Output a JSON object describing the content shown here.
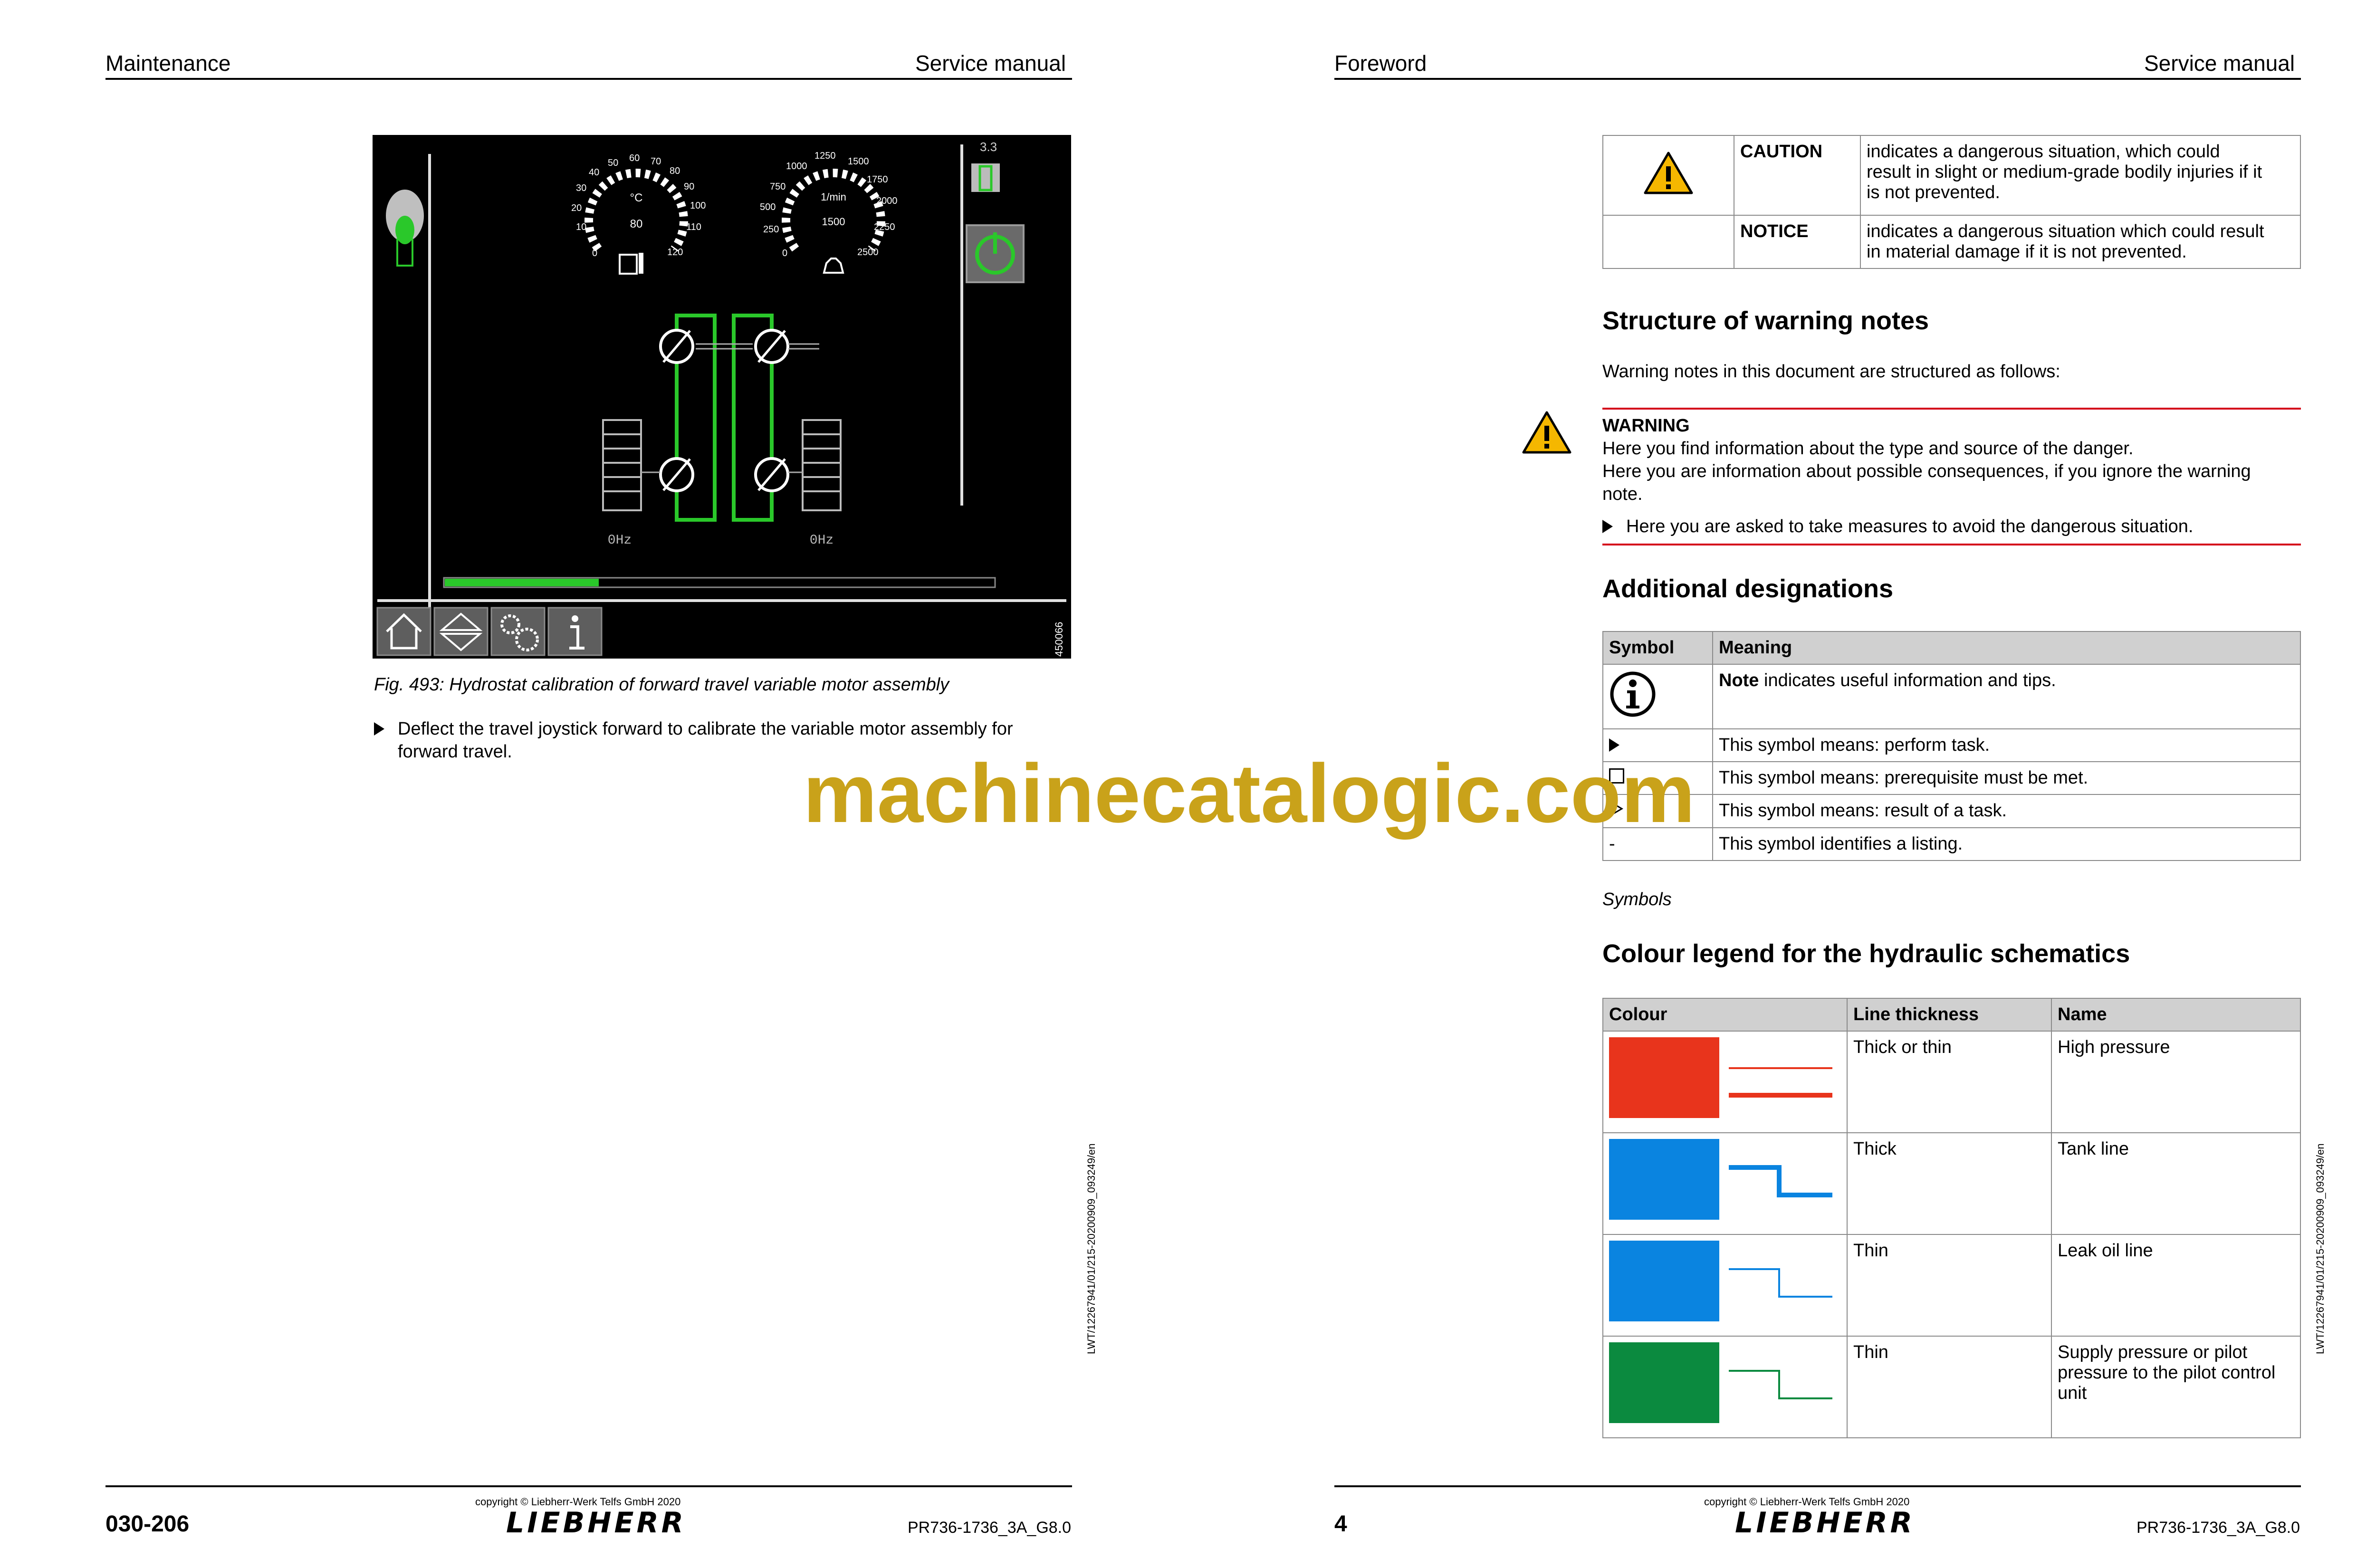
{
  "left_page": {
    "header_left": "Maintenance",
    "header_right": "Service manual",
    "screen": {
      "version": "3.3",
      "temp_unit": "°C",
      "temp_ticks": [
        "0",
        "10",
        "20",
        "30",
        "40",
        "50",
        "60",
        "70",
        "80",
        "90",
        "100",
        "110",
        "120"
      ],
      "temp_center_value": "80",
      "rpm_unit": "1/min",
      "rpm_ticks": [
        "0",
        "250",
        "500",
        "750",
        "1000",
        "1250",
        "1500",
        "1750",
        "2000",
        "2250",
        "2500"
      ],
      "rpm_center_value": "1500",
      "left_freq": "0Hz",
      "right_freq": "0Hz",
      "progress": 0.28,
      "image_id": "450066"
    },
    "figure_caption": "Fig. 493: Hydrostat calibration of forward travel variable motor assembly",
    "instruction_line1": "Deflect the travel joystick forward to calibrate the variable motor assembly for",
    "instruction_line2": "forward travel.",
    "side_id": "LWT/12267941/01/215-20200909_093249/en",
    "footer_page": "030-206",
    "copyright": "copyright © Liebherr-Werk Telfs GmbH 2020",
    "brand": "LIEBHERR",
    "doc_id": "PR736-1736_3A_G8.0"
  },
  "right_page": {
    "header_left": "Foreword",
    "header_right": "Service manual",
    "signal_table": [
      {
        "word": "CAUTION",
        "line1": "indicates a dangerous situation, which could",
        "line2": "result in slight or medium-grade bodily injuries if it",
        "line3": "is not prevented."
      },
      {
        "word": "NOTICE",
        "line1": "indicates a dangerous situation which could result",
        "line2": "in material damage if it is not prevented.",
        "line3": ""
      }
    ],
    "structure_heading": "Structure of warning notes",
    "structure_intro": "Warning notes in this document are structured as follows:",
    "warning": {
      "title": "WARNING",
      "line1": "Here you find information about the type and source of the danger.",
      "line2": "Here you are information about possible consequences, if you ignore the warning",
      "line3": "note.",
      "action": "Here you are asked to take measures to avoid the dangerous situation."
    },
    "additional_heading": "Additional designations",
    "designations": {
      "col_symbol": "Symbol",
      "col_meaning": "Meaning",
      "rows": [
        {
          "symbol": "",
          "bold": "Note",
          "text": " indicates useful information and tips."
        },
        {
          "symbol": "",
          "bold": "",
          "text": "This symbol means: perform task."
        },
        {
          "symbol": "",
          "bold": "",
          "text": "This symbol means: prerequisite must be met."
        },
        {
          "symbol": "",
          "bold": "",
          "text": "This symbol means: result of a task."
        },
        {
          "symbol": "-",
          "bold": "",
          "text": "This symbol identifies a listing."
        }
      ],
      "caption": "Symbols"
    },
    "colour_heading": "Colour legend for the hydraulic schematics",
    "colour_table": {
      "col_colour": "Colour",
      "col_thickness": "Line thickness",
      "col_name": "Name",
      "rows": [
        {
          "color": "#e8341c",
          "thickness": "Thick or thin",
          "name1": "High pressure",
          "name2": "",
          "name3": ""
        },
        {
          "color": "#0a84e0",
          "thickness": "Thick",
          "name1": "Tank line",
          "name2": "",
          "name3": ""
        },
        {
          "color": "#0a84e0",
          "thickness": "Thin",
          "name1": "Leak oil line",
          "name2": "",
          "name3": ""
        },
        {
          "color": "#0b8a3f",
          "thickness": "Thin",
          "name1": "Supply pressure or pilot",
          "name2": "pressure to the pilot control",
          "name3": "unit"
        }
      ]
    },
    "side_id": "LWT/12267941/01/215-20200909_093249/en",
    "footer_page": "4",
    "copyright": "copyright © Liebherr-Werk Telfs GmbH 2020",
    "brand": "LIEBHERR",
    "doc_id": "PR736-1736_3A_G8.0"
  },
  "watermark": "machinecatalogic.com"
}
